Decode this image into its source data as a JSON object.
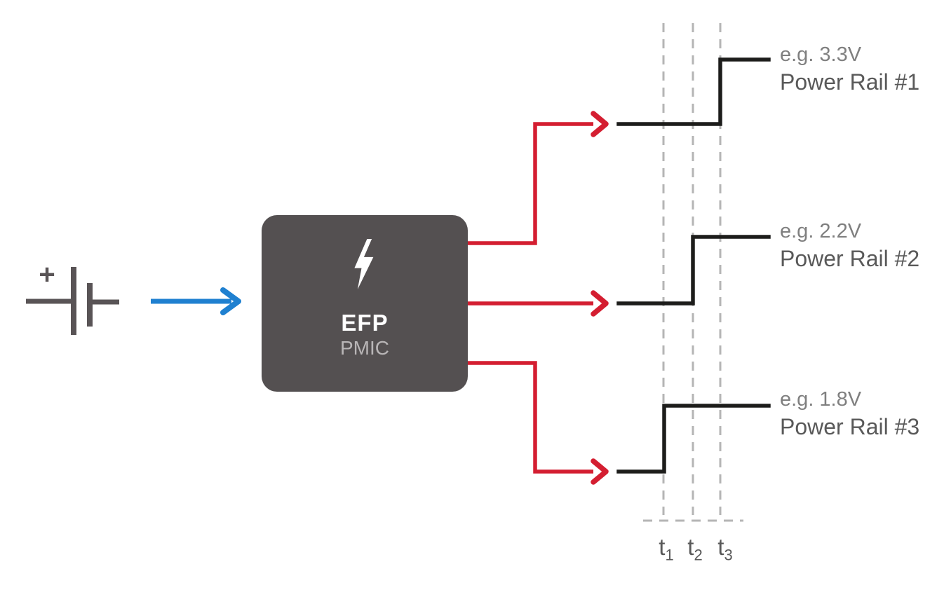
{
  "colors": {
    "background": "#ffffff",
    "red": "#d41e31",
    "blue": "#1f80d0",
    "box-gray": "#545051",
    "line-black": "#1d1d1b",
    "dash-gray": "#b5b5b5",
    "label-gray": "#7f7f7f",
    "label-dark": "#595959",
    "battery-gray": "#595456",
    "pmic-subtitle": "#b9b6b7"
  },
  "source": {
    "icon": "battery-icon",
    "polarity": "+"
  },
  "pmic": {
    "icon": "lightning-bolt-icon",
    "name": "EFP",
    "subtitle": "PMIC"
  },
  "rails": [
    {
      "example_voltage": "e.g. 3.3V",
      "name": "Power Rail #1",
      "steps_up_at_tick": "t3"
    },
    {
      "example_voltage": "e.g. 2.2V",
      "name": "Power Rail #2",
      "steps_up_at_tick": "t2"
    },
    {
      "example_voltage": "e.g. 1.8V",
      "name": "Power Rail #3",
      "steps_up_at_tick": "t1"
    }
  ],
  "timeline": {
    "ticks": [
      {
        "base": "t",
        "sub": "1"
      },
      {
        "base": "t",
        "sub": "2"
      },
      {
        "base": "t",
        "sub": "3"
      }
    ]
  }
}
